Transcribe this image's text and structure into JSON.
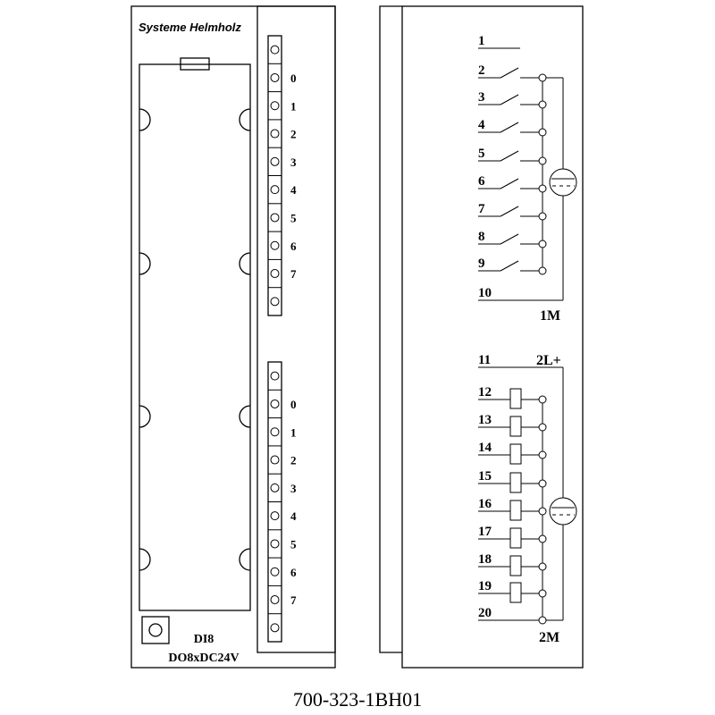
{
  "brand": "Systeme Helmholz",
  "module": {
    "line1": "DI8",
    "line2": "DO8xDC24V"
  },
  "part_number": "700-323-1BH01",
  "led_groups": [
    {
      "labels": [
        "0",
        "1",
        "2",
        "3",
        "4",
        "5",
        "6",
        "7"
      ]
    },
    {
      "labels": [
        "0",
        "1",
        "2",
        "3",
        "4",
        "5",
        "6",
        "7"
      ]
    }
  ],
  "terminals_top": [
    "1",
    "2",
    "3",
    "4",
    "5",
    "6",
    "7",
    "8",
    "9",
    "10"
  ],
  "terminals_bottom": [
    "11",
    "12",
    "13",
    "14",
    "15",
    "16",
    "17",
    "18",
    "19",
    "20"
  ],
  "supply_labels": {
    "ground_top": "1M",
    "supply": "2L+",
    "ground_bottom": "2M"
  }
}
